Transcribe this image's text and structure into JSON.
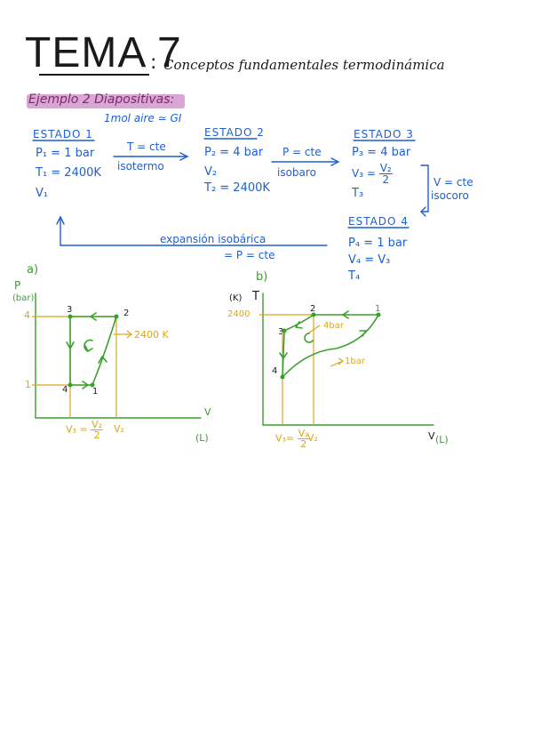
{
  "header": {
    "title": "TEMA 7",
    "colon": ":",
    "subtitle": "Conceptos fundamentales termodinámica"
  },
  "example": {
    "heading": "Ejemplo 2 Diapositivas:",
    "note": "1mol aire ≃ GI"
  },
  "states": {
    "s1": {
      "title": "ESTADO 1",
      "p": "P₁ = 1 bar",
      "t": "T₁ = 2400K",
      "v": "V₁"
    },
    "s2": {
      "title": "ESTADO 2",
      "p": "P₂ = 4 bar",
      "v": "V₂",
      "t": "T₂ = 2400K"
    },
    "s3": {
      "title": "ESTADO 3",
      "p": "P₃ = 4 bar",
      "v_lhs": "V₃ =",
      "v_num": "V₂",
      "v_den": "2",
      "t": "T₃"
    },
    "s4": {
      "title": "ESTADO 4",
      "p": "P₄ = 1 bar",
      "v": "V₄ = V₃",
      "t": "T₄"
    }
  },
  "transitions": {
    "t12_top": "T = cte",
    "t12_bottom": "isotermo",
    "t23_top": "P = cte",
    "t23_bottom": "isobaro",
    "t34_top": "V = cte",
    "t34_bottom": "isocoro",
    "t41_top": "expansión isobárica",
    "t41_bottom": "= P = cte"
  },
  "diagram_a": {
    "label": "a)",
    "y_axis": "P",
    "y_unit": "(bar)",
    "x_axis": "V",
    "x_unit": "(L)",
    "tick_4": "4",
    "tick_1": "1",
    "pt1": "1",
    "pt2": "2",
    "pt3": "3",
    "pt4": "4",
    "iso_label": "2400 K",
    "v3_lhs": "V₃ =",
    "v3_num": "V₂",
    "v3_den": "2",
    "v2": "V₂"
  },
  "diagram_b": {
    "label": "b)",
    "y_axis": "T",
    "y_unit": "(K)",
    "x_axis": "V",
    "x_unit": "(L)",
    "tick_2400": "2400",
    "pt1": "1",
    "pt2": "2",
    "pt3": "3",
    "pt4": "4",
    "iso4_label": "4bar",
    "iso1_label": "1bar",
    "v3_lhs": "V₃=",
    "v3_num": "V₂",
    "v3_den": "2",
    "v2": "V₂"
  },
  "colors": {
    "ink": "#1a1a1a",
    "blue": "#1f5fd0",
    "green": "#3aa02c",
    "yellow": "#d8a81a",
    "highlight": "#d9a6d6"
  }
}
